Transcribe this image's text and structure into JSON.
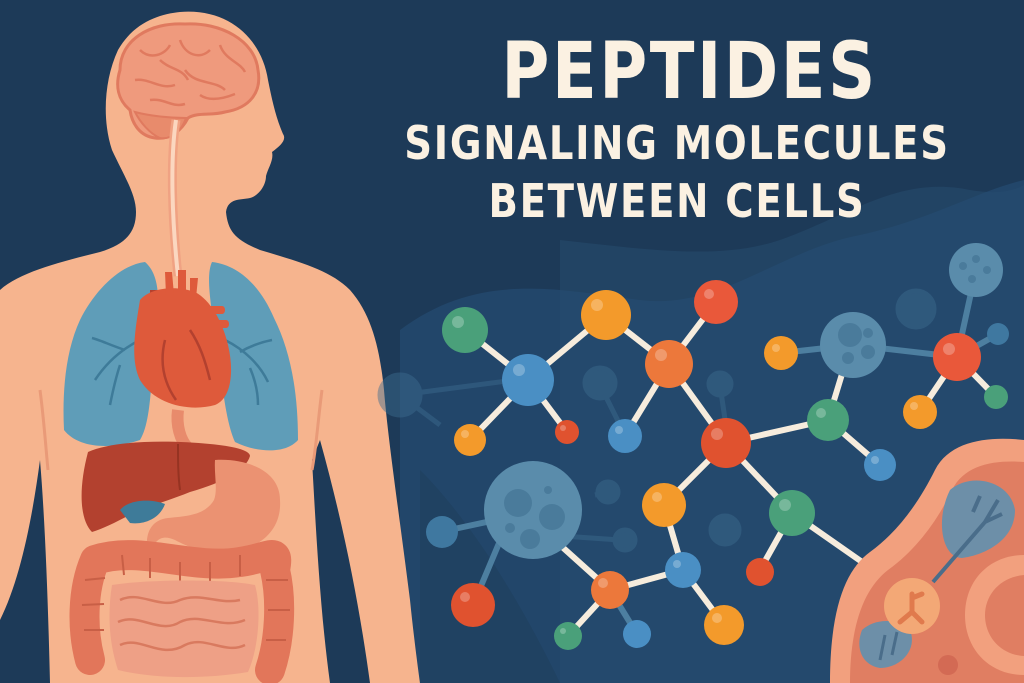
{
  "title": {
    "main": "PEPTIDES",
    "line1": "SIGNALING MOLECULES",
    "line2": "BETWEEN CELLS"
  },
  "illustration": {
    "figure": "human-body-silhouette",
    "organs": [
      "brain",
      "spinal-cord",
      "lungs",
      "heart",
      "liver",
      "gallbladder",
      "stomach",
      "large-intestine",
      "small-intestine"
    ],
    "molecule_network": "peptide-chain-nodes",
    "target": "cell-with-receptor"
  },
  "colors": {
    "background": "#1d3a58",
    "background_wave": "#254b6b",
    "text": "#fbf1e2",
    "skin": "#f6b48e",
    "brain": "#ef9a7d",
    "lungs": "#5f9db8",
    "heart": "#de5a3b",
    "liver": "#b3412f",
    "stomach": "#eb9272",
    "intestine": "#e2765a",
    "node_orange": "#f39a2b",
    "node_red": "#e0522f",
    "node_blue": "#4a8fc4",
    "node_green": "#4aa07a",
    "node_dark_orange": "#ec783b",
    "cell_outer": "#f2a07e",
    "cell_inner": "#e07e62",
    "bond": "#f6ecdd"
  }
}
